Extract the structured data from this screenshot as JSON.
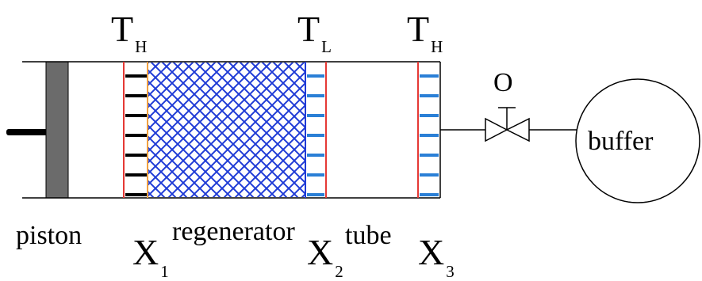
{
  "colors": {
    "line": "#000000",
    "piston": "#6b6b6b",
    "rod": "#000000",
    "hot_exchanger_boundary": "#e53935",
    "hot_exchanger_fins": "#000000",
    "regenerator_mesh": "#1f3bd6",
    "regenerator_edge": "#f0a040",
    "cold_exchanger_fins": "#2a7fd6"
  },
  "labels": {
    "t_h_1": {
      "main": "T",
      "sub": "H"
    },
    "t_l": {
      "main": "T",
      "sub": "L"
    },
    "t_h_2": {
      "main": "T",
      "sub": "H"
    },
    "orifice": "O",
    "buffer": "buffer",
    "piston": "piston",
    "regenerator": "regenerator",
    "tube": "tube",
    "x1": {
      "main": "X",
      "sub": "1"
    },
    "x2": {
      "main": "X",
      "sub": "2"
    },
    "x3": {
      "main": "X",
      "sub": "3"
    }
  }
}
